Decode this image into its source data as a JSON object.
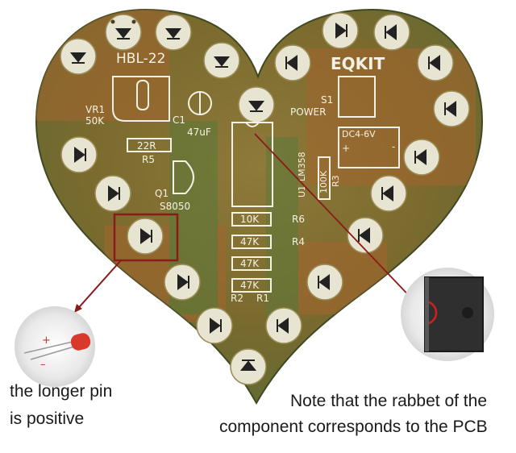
{
  "pcb": {
    "brand": "EQKIT",
    "model": "HBL-22",
    "labels": {
      "vr1": "VR1",
      "vr1_value": "50K",
      "c1": "C1",
      "c1_value": "47uF",
      "r5_value": "22R",
      "r5": "R5",
      "q1": "Q1",
      "q1_part": "S8050",
      "s1": "S1",
      "power": "POWER",
      "dc": "DC4-6V",
      "plus": "+",
      "minus": "-",
      "ic": "LM358",
      "u1": "U1",
      "r3_value": "100K",
      "r3": "R3",
      "r6_value": "10K",
      "r6": "R6",
      "r4_value": "47K",
      "r4": "R4",
      "r_mid_value": "47K",
      "r1_value": "47K",
      "r2": "R2",
      "r1": "R1"
    }
  },
  "inset_led": {
    "plus": "+",
    "minus": "–"
  },
  "captions": {
    "left_line1": "the longer pin",
    "left_line2": "is positive",
    "right_line1": "Note that the rabbet of the",
    "right_line2": "component corresponds to the PCB"
  },
  "colors": {
    "board": "#6b7a3a",
    "board_copper": "#a4652e",
    "silkscreen": "#f4f1e6",
    "annotation": "#8b1a1a"
  }
}
